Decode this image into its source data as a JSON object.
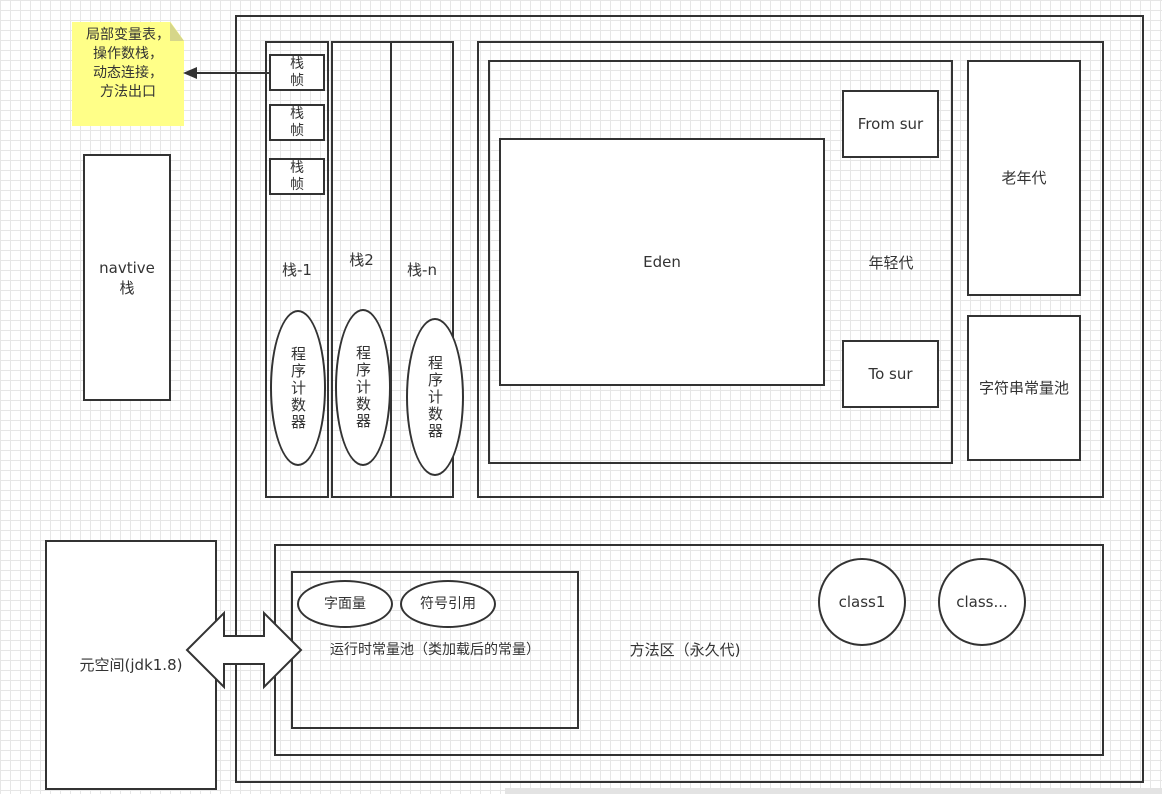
{
  "note": {
    "text": "局部变量表，\n操作数栈，\n动态连接，\n方法出口"
  },
  "native_stack": {
    "label": "navtive\n栈"
  },
  "stack_frame_label": "栈帧",
  "stacks": [
    {
      "label": "栈-1",
      "counter": "程序计数器"
    },
    {
      "label": "栈2",
      "counter": "程序计数器"
    },
    {
      "label": "栈-n",
      "counter": "程序计数器"
    }
  ],
  "heap": {
    "eden": "Eden",
    "from_sur": "From sur",
    "to_sur": "To sur",
    "young_gen": "年轻代",
    "old_gen": "老年代",
    "string_pool": "字符串常量池"
  },
  "method_area": {
    "label": "方法区（永久代)",
    "runtime_pool": "运行时常量池（类加载后的常量）",
    "literal": "字面量",
    "symbol_ref": "符号引用",
    "class1": "class1",
    "class_more": "class..."
  },
  "metaspace": {
    "label": "元空间(jdk1.8)"
  },
  "colors": {
    "stroke": "#333333",
    "note_fill": "#ffff88",
    "grid": "#e6e6e6"
  }
}
